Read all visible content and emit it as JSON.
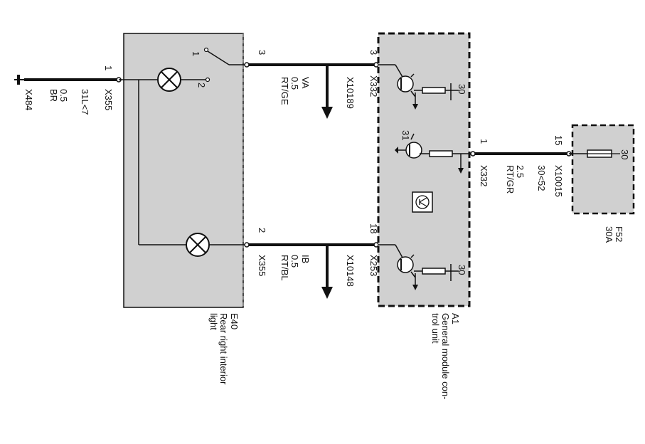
{
  "colors": {
    "box_fill": "#d0d0d0",
    "line": "#111111"
  },
  "ground_connector": "X484",
  "ground_wire_color": "BR",
  "ground_wire_size": "0.5",
  "ground_wire_id": "31L<7",
  "e40": {
    "pin_left": "1",
    "connector_left": "X355",
    "switch_pin_1": "1",
    "switch_pin_2": "2",
    "label_id": "E40",
    "label_name": "Rear right interior",
    "label_name2": "light"
  },
  "wire_top": {
    "pin_left": "3",
    "connector": "X10189",
    "signal": "VA",
    "size": "0.5",
    "color": "RT/GE",
    "pin_right": "3",
    "connector_right": "X332"
  },
  "wire_bottom": {
    "pin_left": "2",
    "connector_left": "X355",
    "connector": "X10148",
    "signal": "IB",
    "size": "0.5",
    "color": "RT/BL",
    "pin_right": "18",
    "connector_right": "X253"
  },
  "a1": {
    "terminal_top": "30",
    "terminal_mid_left": "31",
    "terminal_bottom": "30",
    "pin_right": "1",
    "connector_right": "X332",
    "label_id": "A1",
    "label_name1": "General module con-",
    "label_name2": "trol unit"
  },
  "wire_power": {
    "size": "2.5",
    "color": "RT/GR",
    "wire_id": "30<52",
    "pin_right": "15",
    "connector": "X10015"
  },
  "f52": {
    "terminal": "30",
    "label_id": "F52",
    "rating": "30A"
  }
}
